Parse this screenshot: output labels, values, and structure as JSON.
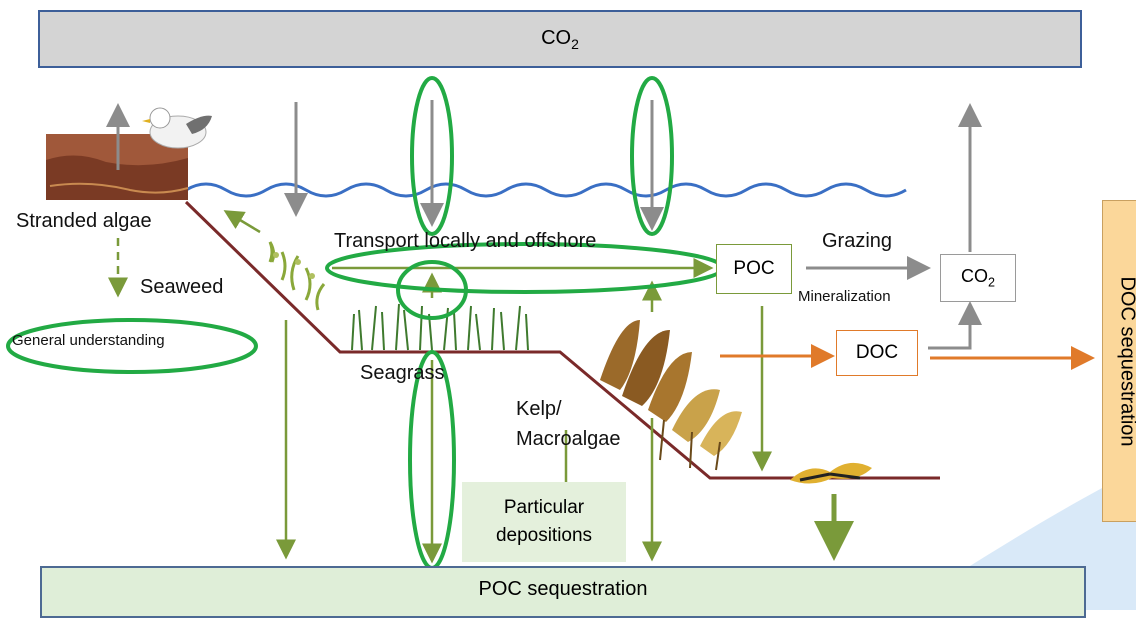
{
  "top_box": {
    "text": "CO",
    "sub": "2"
  },
  "bottom_box": {
    "text": "POC sequestration"
  },
  "side_box": {
    "text": "DOC sequestration"
  },
  "poc_box": {
    "text": "POC"
  },
  "co2_box": {
    "text": "CO",
    "sub": "2"
  },
  "doc_box": {
    "text": "DOC"
  },
  "particular_box": {
    "line1": "Particular",
    "line2": "depositions"
  },
  "labels": {
    "stranded_algae": "Stranded algae",
    "seaweed": "Seaweed",
    "general_understanding": "General understanding",
    "seagrass": "Seagrass",
    "kelp_line1": "Kelp/",
    "kelp_line2": "Macroalgae",
    "transport": "Transport locally and offshore",
    "grazing": "Grazing",
    "mineralization": "Mineralization"
  },
  "colors": {
    "green_arrow": "#7a9a3a",
    "gray_arrow": "#8c8c8c",
    "orange_arrow": "#e07a2a",
    "highlight_ellipse": "#22aa44",
    "seabed_line": "#7a2a2a",
    "water_line": "#3a6fc4"
  }
}
